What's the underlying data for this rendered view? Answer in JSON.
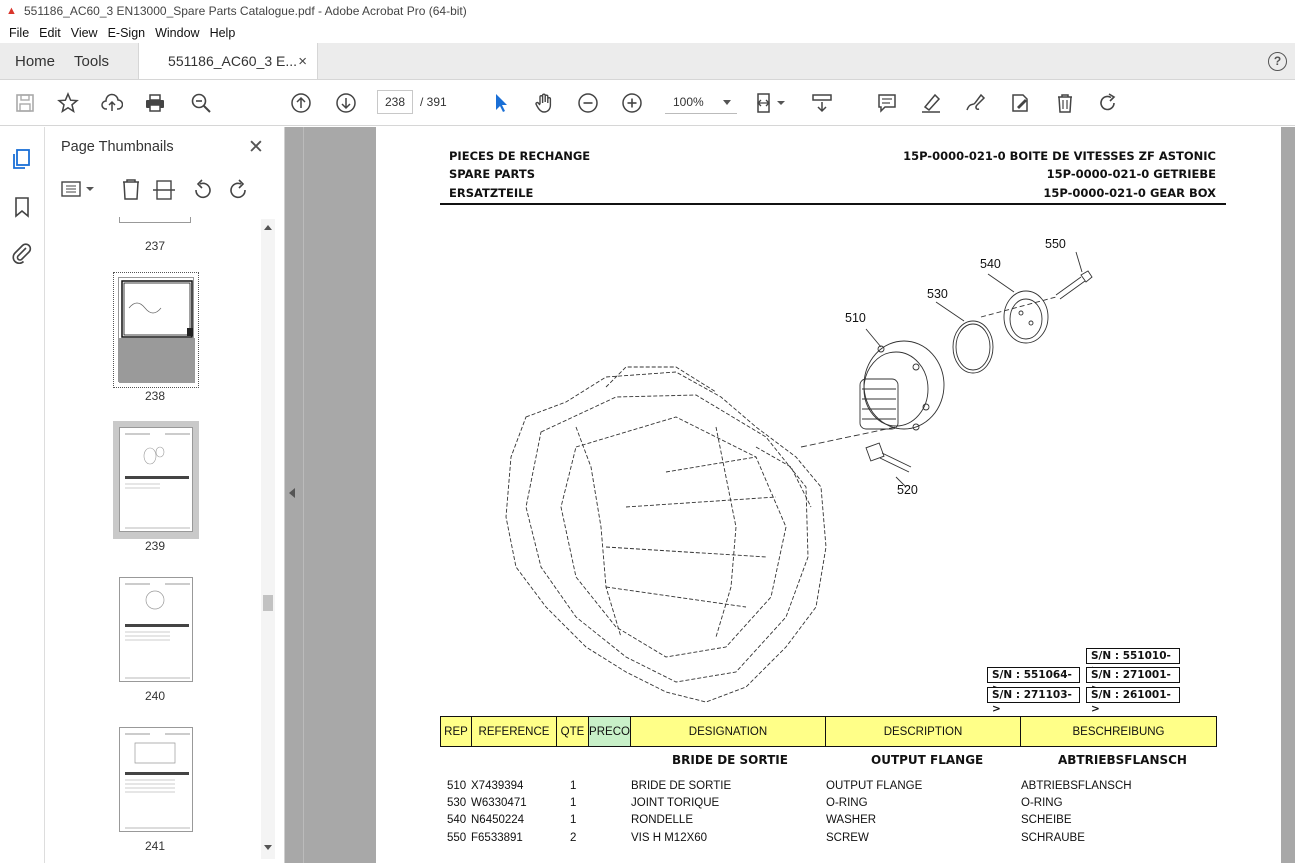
{
  "window": {
    "title": "551186_AC60_3 EN13000_Spare Parts Catalogue.pdf - Adobe Acrobat Pro (64-bit)"
  },
  "menu": [
    "File",
    "Edit",
    "View",
    "E-Sign",
    "Window",
    "Help"
  ],
  "tabs": {
    "home": "Home",
    "tools": "Tools",
    "document": "551186_AC60_3 E...",
    "close": "×"
  },
  "toolbar": {
    "page_current": "238",
    "page_total": "/ 391",
    "zoom": "100%"
  },
  "panel": {
    "title": "Page Thumbnails",
    "close": "✕",
    "thumbnails": [
      {
        "label": "237"
      },
      {
        "label": "238"
      },
      {
        "label": "239"
      },
      {
        "label": "240"
      },
      {
        "label": "241"
      }
    ]
  },
  "page": {
    "header_left": [
      "PIECES DE RECHANGE",
      "SPARE PARTS",
      "ERSATZTEILE"
    ],
    "header_right": [
      "15P-0000-021-0 BOITE DE VITESSES ZF ASTONIC",
      "15P-0000-021-0 GETRIEBE",
      "15P-0000-021-0 GEAR BOX"
    ],
    "callouts": [
      "550",
      "540",
      "530",
      "510",
      "520"
    ],
    "serials": {
      "col1": [
        "S/N : 551064->",
        "S/N : 271103->"
      ],
      "col2": [
        "S/N : 551010->",
        "S/N : 271001->",
        "S/N : 261001->"
      ]
    },
    "table_headers": {
      "rep": "REP",
      "reference": "REFERENCE",
      "qte": "QTE",
      "preco": "PRECO",
      "designation": "DESIGNATION",
      "description": "DESCRIPTION",
      "beschreibung": "BESCHREIBUNG"
    },
    "subtitles": {
      "fr": "BRIDE DE SORTIE",
      "en": "OUTPUT FLANGE",
      "de": "ABTRIEBSFLANSCH"
    },
    "rows": [
      {
        "rep": "510",
        "reference": "X7439394",
        "qte": "1",
        "designation": "BRIDE DE SORTIE",
        "description": "OUTPUT FLANGE",
        "beschreibung": "ABTRIEBSFLANSCH"
      },
      {
        "rep": "530",
        "reference": "W6330471",
        "qte": "1",
        "designation": "JOINT TORIQUE",
        "description": "O-RING",
        "beschreibung": "O-RING"
      },
      {
        "rep": "540",
        "reference": "N6450224",
        "qte": "1",
        "designation": "RONDELLE",
        "description": "WASHER",
        "beschreibung": "SCHEIBE"
      },
      {
        "rep": "550",
        "reference": "F6533891",
        "qte": "2",
        "designation": "VIS H M12X60",
        "description": "SCREW",
        "beschreibung": "SCHRAUBE"
      }
    ]
  }
}
